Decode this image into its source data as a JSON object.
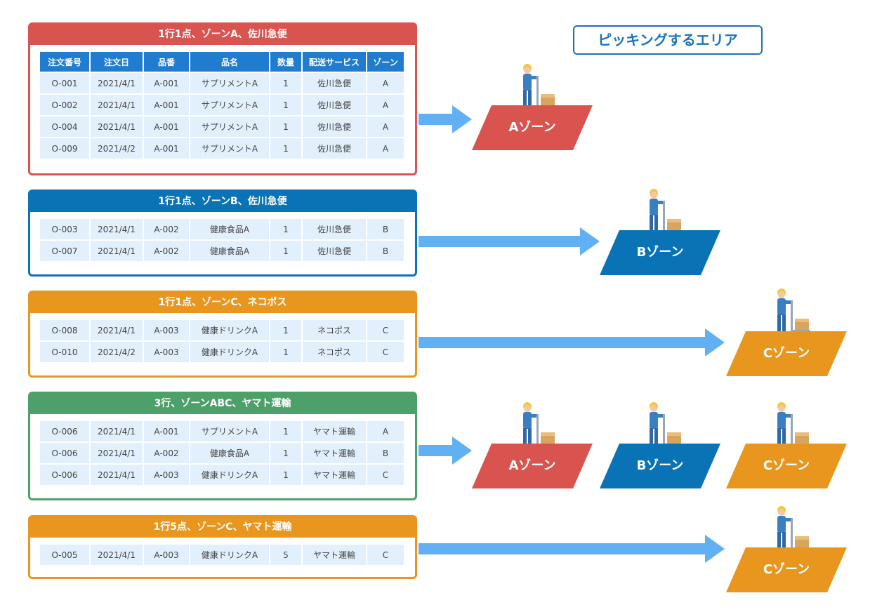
{
  "title": "ピッキングするエリア",
  "colors": {
    "red": "#d9534f",
    "blue": "#0a73b5",
    "orange": "#e8961e",
    "green": "#4ea06a",
    "arrow": "#62b0f4",
    "header": "#1f7ccf",
    "cell": "#e2f0fd"
  },
  "columns": [
    "注文番号",
    "注文日",
    "品番",
    "品名",
    "数量",
    "配送サービス",
    "ゾーン"
  ],
  "groups": [
    {
      "title": "1行1点、ゾーンA、佐川急便",
      "rows": [
        [
          "O-001",
          "2021/4/1",
          "A-001",
          "サプリメントA",
          "1",
          "佐川急便",
          "A"
        ],
        [
          "O-002",
          "2021/4/1",
          "A-001",
          "サプリメントA",
          "1",
          "佐川急便",
          "A"
        ],
        [
          "O-004",
          "2021/4/1",
          "A-001",
          "サプリメントA",
          "1",
          "佐川急便",
          "A"
        ],
        [
          "O-009",
          "2021/4/2",
          "A-001",
          "サプリメントA",
          "1",
          "佐川急便",
          "A"
        ]
      ]
    },
    {
      "title": "1行1点、ゾーンB、佐川急便",
      "rows": [
        [
          "O-003",
          "2021/4/1",
          "A-002",
          "健康食品A",
          "1",
          "佐川急便",
          "B"
        ],
        [
          "O-007",
          "2021/4/1",
          "A-002",
          "健康食品A",
          "1",
          "佐川急便",
          "B"
        ]
      ]
    },
    {
      "title": "1行1点、ゾーンC、ネコポス",
      "rows": [
        [
          "O-008",
          "2021/4/1",
          "A-003",
          "健康ドリンクA",
          "1",
          "ネコポス",
          "C"
        ],
        [
          "O-010",
          "2021/4/2",
          "A-003",
          "健康ドリンクA",
          "1",
          "ネコポス",
          "C"
        ]
      ]
    },
    {
      "title": "3行、ゾーンABC、ヤマト運輸",
      "rows": [
        [
          "O-006",
          "2021/4/1",
          "A-001",
          "サプリメントA",
          "1",
          "ヤマト運輸",
          "A"
        ],
        [
          "O-006",
          "2021/4/1",
          "A-002",
          "健康食品A",
          "1",
          "ヤマト運輸",
          "B"
        ],
        [
          "O-006",
          "2021/4/1",
          "A-003",
          "健康ドリンクA",
          "1",
          "ヤマト運輸",
          "C"
        ]
      ]
    },
    {
      "title": "1行5点、ゾーンC、ヤマト運輸",
      "rows": [
        [
          "O-005",
          "2021/4/1",
          "A-003",
          "健康ドリンクA",
          "5",
          "ヤマト運輸",
          "C"
        ]
      ]
    }
  ],
  "zones": {
    "a": "Aゾーン",
    "b": "Bゾーン",
    "c": "Cゾーン"
  }
}
